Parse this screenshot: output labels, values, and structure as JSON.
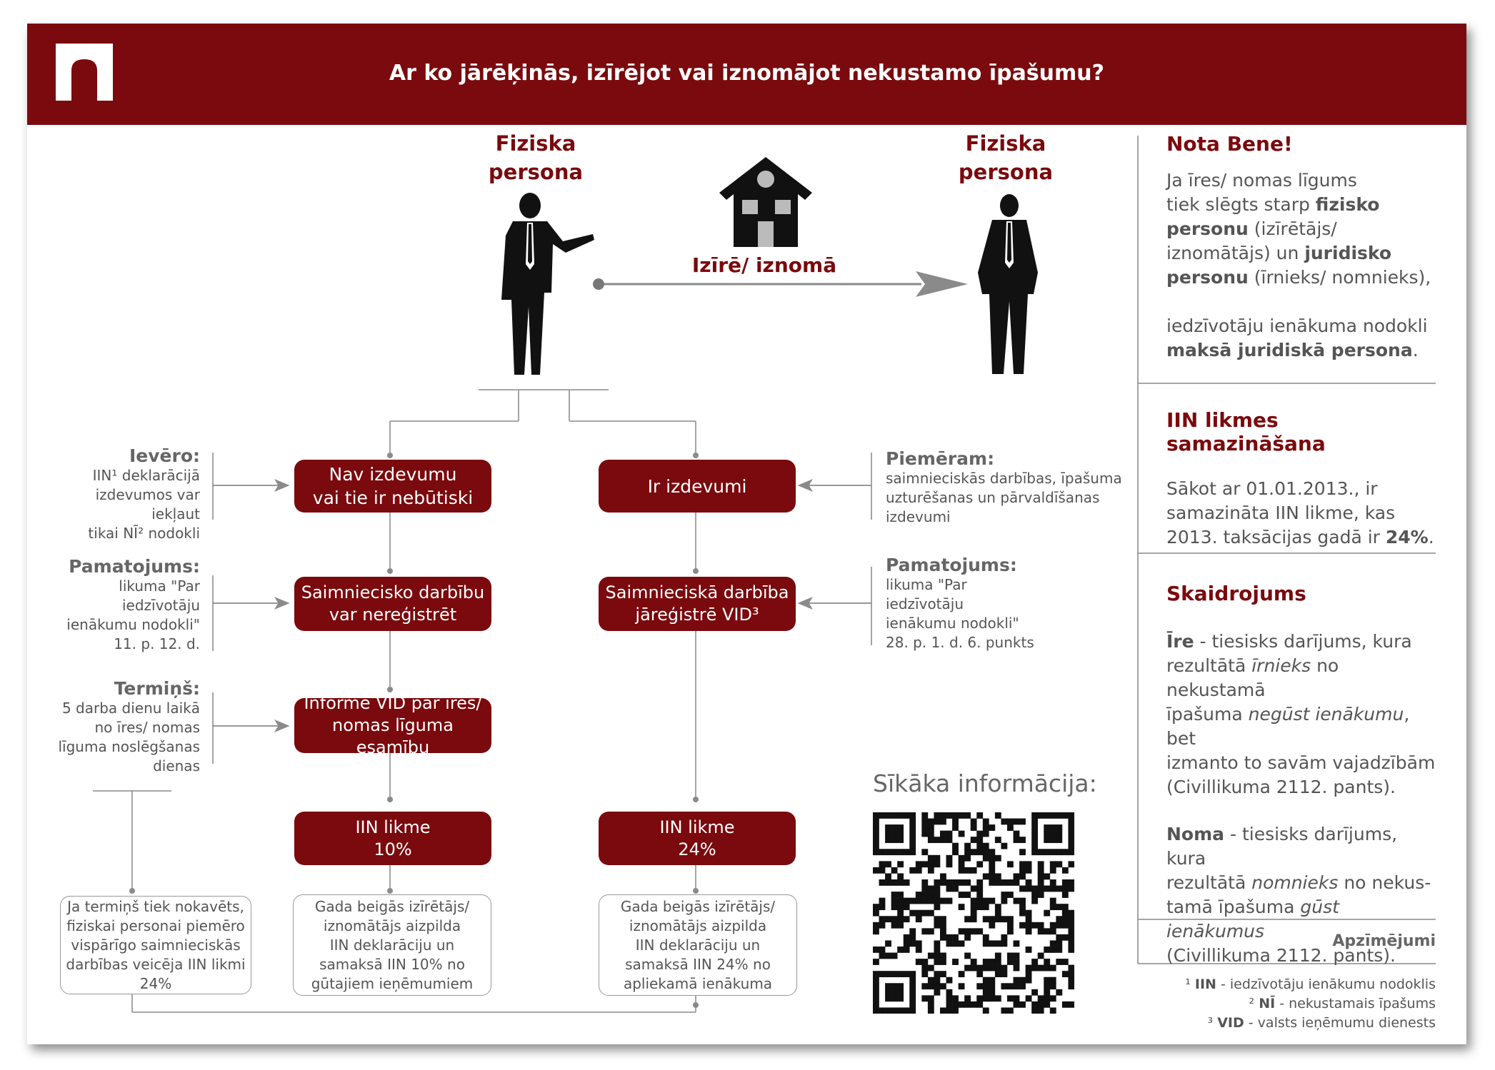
{
  "header": {
    "title": "Ar ko jārēķinās, izīrējot vai iznomājot nekustamo īpašumu?"
  },
  "parties": {
    "left_label_line1": "Fiziska",
    "left_label_line2": "persona",
    "right_label_line1": "Fiziska",
    "right_label_line2": "persona",
    "arrow_label": "Izīrē/ iznomā"
  },
  "flow": {
    "left_top": [
      "Nav izdevumu",
      "vai tie ir nebūtiski"
    ],
    "right_top": [
      "Ir izdevumi"
    ],
    "left_mid": [
      "Saimniecisko darbību",
      "var nereģistrēt"
    ],
    "right_mid": [
      "Saimnieciskā darbība",
      "jāreģistrē VID³"
    ],
    "left_inform": [
      "Informē VID par īres/",
      "nomas līguma esamību"
    ],
    "left_rate": [
      "IIN likme",
      "10%"
    ],
    "right_rate": [
      "IIN likme",
      "24%"
    ],
    "late_box": [
      "Ja termiņš tiek nokavēts,",
      "fiziskai personai piemēro",
      "vispārīgo saimnieciskās",
      "darbības veicēja IIN likmi",
      "24%"
    ],
    "left_final": [
      "Gada beigās izīrētājs/",
      "iznomātājs aizpilda",
      "IIN deklarāciju un",
      "samaksā IIN 10% no",
      "gūtajiem ieņēmumiem"
    ],
    "right_final": [
      "Gada beigās izīrētājs/",
      "iznomātājs aizpilda",
      "IIN deklarāciju un",
      "samaksā IIN 24% no",
      "apliekamā ienākuma"
    ]
  },
  "notes": {
    "ievero": {
      "heading": "Ievēro:",
      "lines": [
        "IIN¹ deklarācijā",
        "izdevumos var iekļaut",
        "tikai NĪ² nodokli"
      ]
    },
    "pamatojums_left": {
      "heading": "Pamatojums:",
      "lines": [
        "likuma \"Par",
        "iedzīvotāju",
        "ienākumu nodokli\"",
        "11. p. 12. d."
      ]
    },
    "termins": {
      "heading": "Termiņš:",
      "lines": [
        "5 darba dienu laikā",
        "no īres/ nomas",
        "līguma noslēgšanas",
        "dienas"
      ]
    },
    "piemeram": {
      "heading": "Piemēram:",
      "lines": [
        "saimnieciskās darbības, īpašuma",
        "uzturēšanas un pārvaldīšanas",
        "izdevumi"
      ]
    },
    "pamatojums_right": {
      "heading": "Pamatojums:",
      "lines": [
        "likuma \"Par",
        "iedzīvotāju",
        "ienākumu nodokli\"",
        "28. p. 1. d. 6. punkts"
      ]
    }
  },
  "qr": {
    "label": "Sīkāka informācija:"
  },
  "sidebar": {
    "nota_bene": {
      "title": "Nota Bene!",
      "p1_a": "Ja īres/ nomas līgums",
      "p1_b": "tiek slēgts starp ",
      "p1_b_bold": "fizisko",
      "p1_c_bold": "personu",
      "p1_c": " (izīrētājs/",
      "p1_d": "iznomātājs) un ",
      "p1_d_bold": "juridisko",
      "p1_e_bold": "personu",
      "p1_e": " (īrnieks/ nomnieks),",
      "p2_a": "iedzīvotāju ienākuma nodokli",
      "p2_b_bold": "maksā juridiskā persona",
      "p2_b": "."
    },
    "iin": {
      "title": "IIN likmes samazināšana",
      "l1": "Sākot ar 01.01.2013., ir",
      "l2": "samazināta IIN likme, kas",
      "l3": "2013. taksācijas gadā ir ",
      "l3_bold": "24%",
      "l3_end": "."
    },
    "skaidrojums": {
      "title": "Skaidrojums",
      "ire_bold": "Īre",
      "ire_1": " - tiesisks darījums, kura",
      "ire_2a": "rezultātā ",
      "ire_2i": "īrnieks",
      "ire_2b": " no nekustamā",
      "ire_3a": "īpašuma ",
      "ire_3i": "negūst ienākumu",
      "ire_3b": ", bet",
      "ire_4": "izmanto to savām vajadzībām",
      "ire_5": "(Civillikuma 2112. pants).",
      "noma_bold": "Noma",
      "noma_1": " - tiesisks darījums, kura",
      "noma_2a": "rezultātā ",
      "noma_2i": "nomnieks",
      "noma_2b": " no nekus-",
      "noma_3a": "tamā īpašuma ",
      "noma_3i": "gūst ienākumus",
      "noma_4": "(Civillikuma 2112. pants)."
    },
    "legend": {
      "title": "Apzīmējumi",
      "f1_sup": "¹ ",
      "f1_bold": "IIN",
      "f1": " - iedzīvotāju ienākumu nodoklis",
      "f2_sup": "² ",
      "f2_bold": "NĪ",
      "f2": " - nekustamais īpašums",
      "f3_sup": "³ ",
      "f3_bold": "VID",
      "f3": " - valsts ieņēmumu dienests"
    }
  },
  "colors": {
    "brand": "#7a0a0d",
    "line": "#999999"
  }
}
